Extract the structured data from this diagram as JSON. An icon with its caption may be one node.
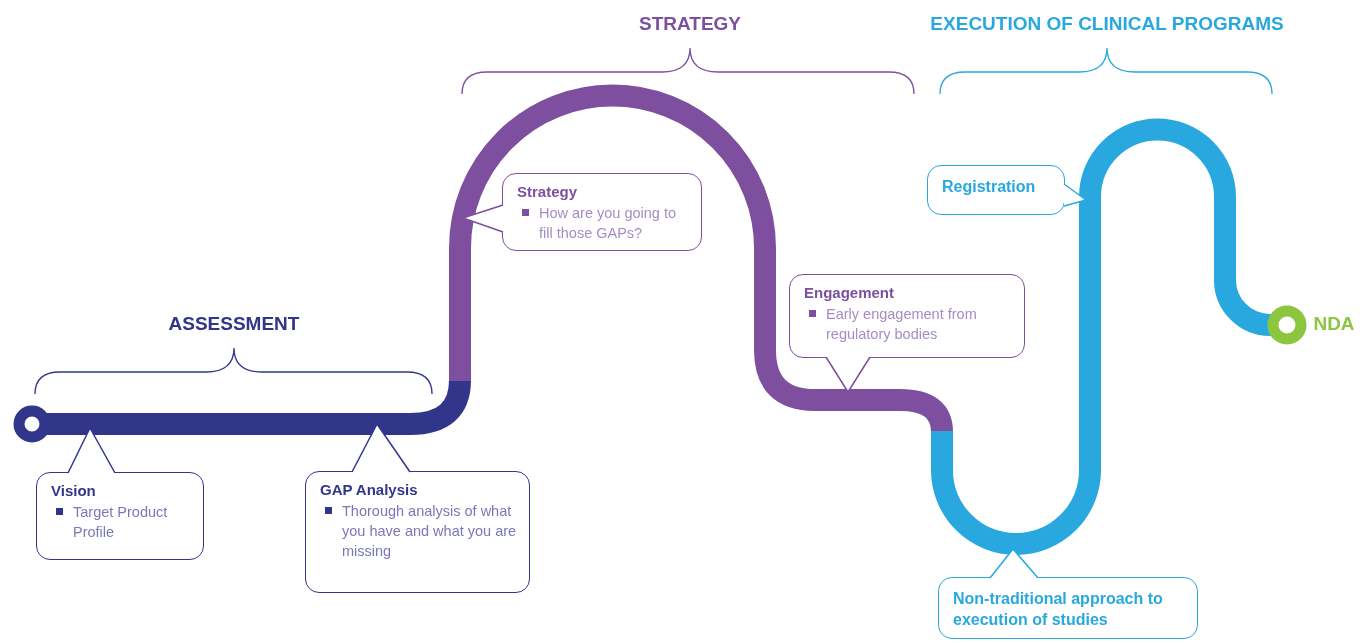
{
  "diagram": {
    "nodes": [
      {
        "text": [
          "Vision",
          "Target Product Profile"
        ]
      },
      {
        "text": [
          "GAP Analysis",
          "Thorough analysis of what you have and what you are missing"
        ]
      },
      {
        "text": [
          "Strategy",
          "How are you going to fill those GAPs?"
        ]
      },
      {
        "text": [
          "Engagement",
          "Early engagement from regulatory bodies"
        ]
      },
      {
        "text": [
          "Non-traditional approach to execution of studies"
        ]
      },
      {
        "text": [
          "Registration"
        ]
      }
    ],
    "labels": [
      "STRATEGY",
      "EXECUTION OF CLINICAL PROGRAMS",
      "ASSESSMENT",
      "NDA"
    ]
  }
}
